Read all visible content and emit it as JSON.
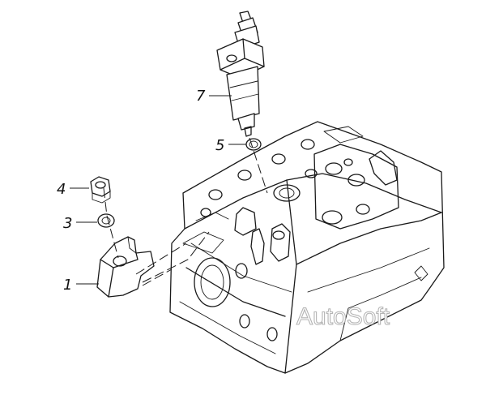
{
  "callouts": [
    {
      "id": "7",
      "label": "7"
    },
    {
      "id": "5",
      "label": "5"
    },
    {
      "id": "4",
      "label": "4"
    },
    {
      "id": "3",
      "label": "3"
    },
    {
      "id": "1",
      "label": "1"
    }
  ],
  "watermark": "AutoSoft",
  "colors": {
    "line": "#1a1a1a",
    "background": "#ffffff",
    "watermark": "#b5b5b5"
  }
}
